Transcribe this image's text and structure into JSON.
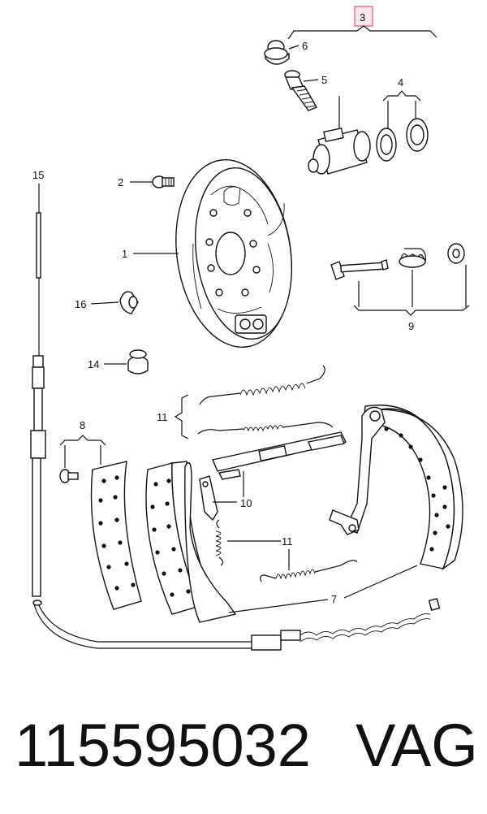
{
  "diagram": {
    "highlight_color": "#e05a6a",
    "callouts": {
      "c1": "1",
      "c2": "2",
      "c3": "3",
      "c4": "4",
      "c5": "5",
      "c6": "6",
      "c7": "7",
      "c8": "8",
      "c9": "9",
      "c10": "10",
      "c11a": "11",
      "c11b": "11",
      "c14": "14",
      "c15": "15",
      "c16": "16"
    }
  },
  "footer": {
    "part_number": "115595032",
    "brand": "VAG"
  }
}
